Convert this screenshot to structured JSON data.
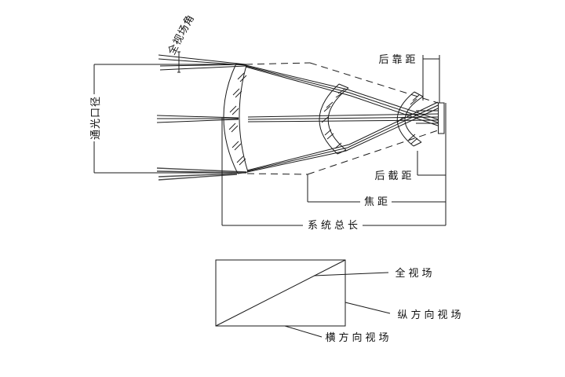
{
  "figure": {
    "title_hint": "optical-system-layout-diagram",
    "colors": {
      "background": "#ffffff",
      "ink": "#1a1a1a"
    },
    "labels": {
      "aperture": "通光口径",
      "full_field_angle": "全视场角",
      "back_mount_distance": "后靠距",
      "back_intercept_distance": "后截距",
      "focal_length": "焦距",
      "system_total_length": "系统总长",
      "full_field": "全视场",
      "vertical_field": "纵方向视场",
      "horizontal_field": "横方向视场"
    }
  }
}
